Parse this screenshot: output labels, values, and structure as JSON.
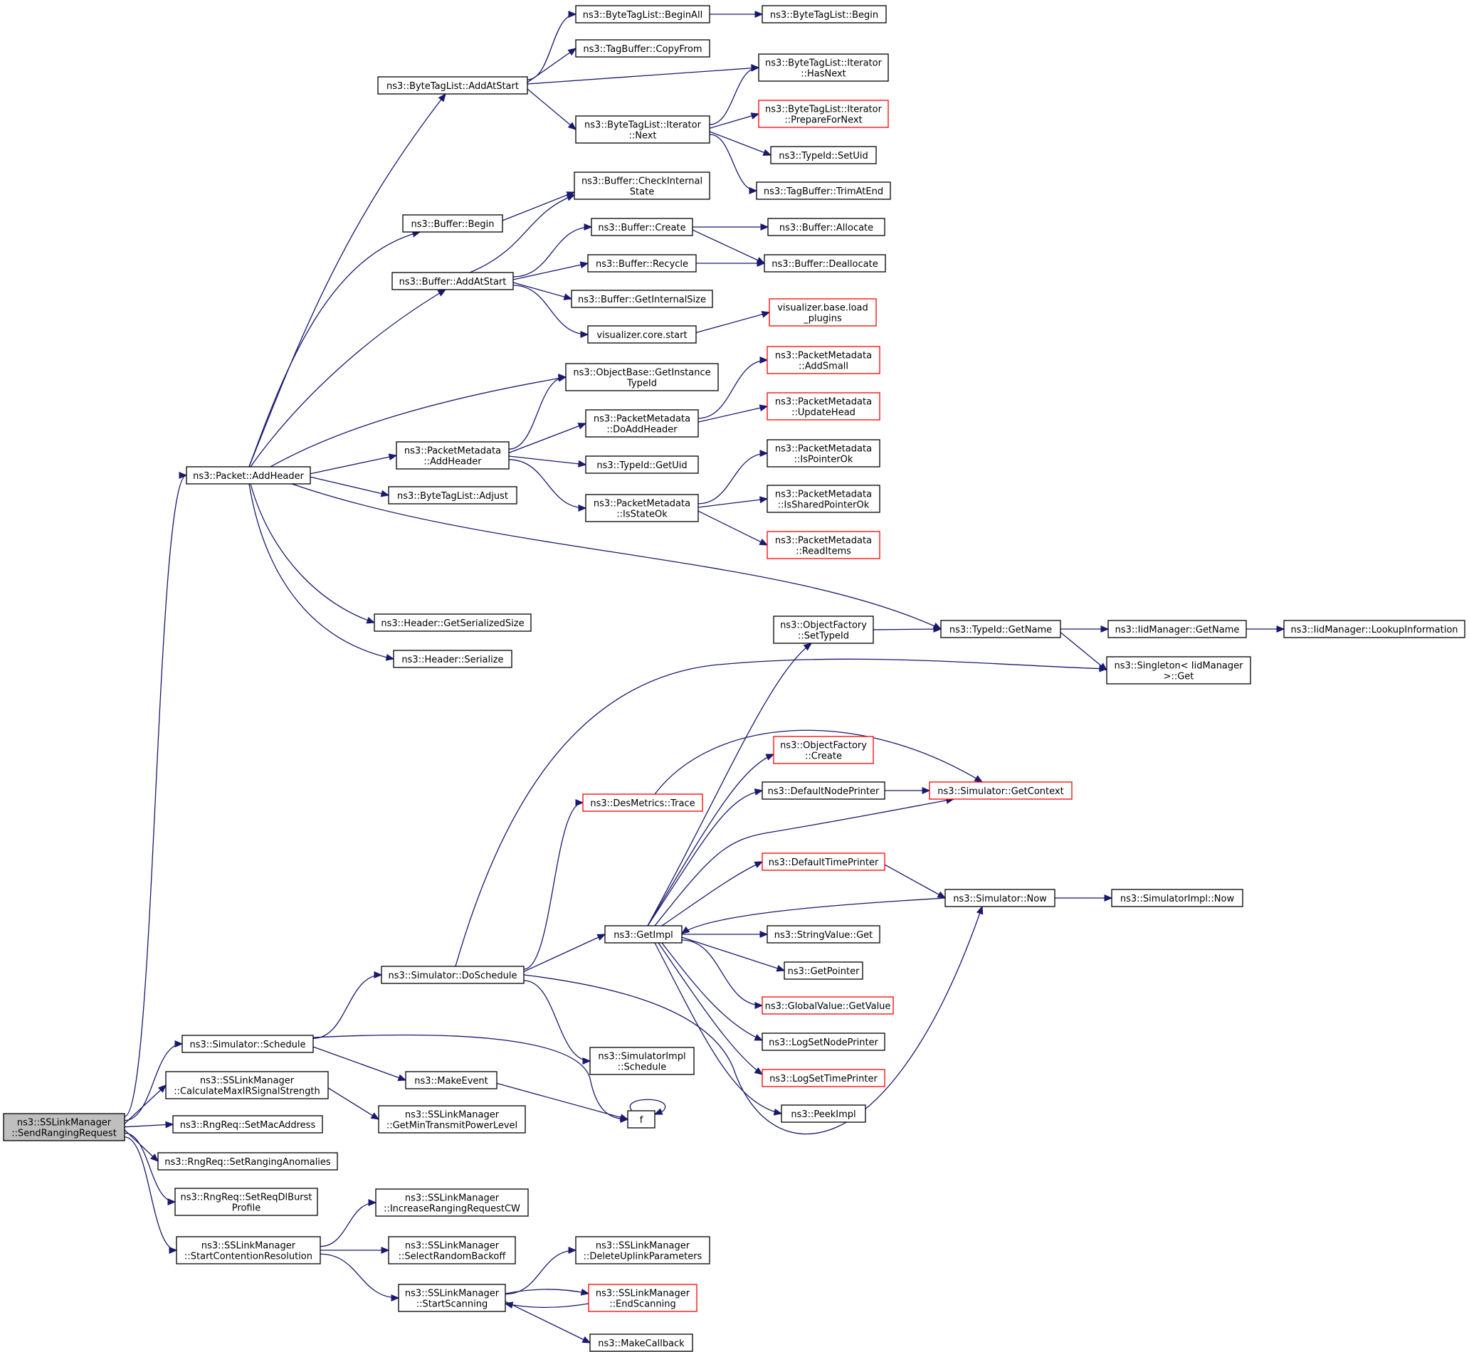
{
  "colors": {
    "edge": "#191970",
    "node_border": "#000000",
    "incomplete_border": "#ff0000",
    "root_fill": "#bfbfbf",
    "background": "#ffffff"
  },
  "nodes": {
    "send_ranging_request": {
      "lines": [
        "ns3::SSLinkManager",
        "::SendRangingRequest"
      ],
      "style": "root"
    },
    "packet_addheader": {
      "lines": [
        "ns3::Packet::AddHeader"
      ],
      "style": "normal"
    },
    "bytetaglist_addatstart": {
      "lines": [
        "ns3::ByteTagList::AddAtStart"
      ],
      "style": "normal"
    },
    "bytetaglist_beginall": {
      "lines": [
        "ns3::ByteTagList::BeginAll"
      ],
      "style": "normal"
    },
    "bytetaglist_begin": {
      "lines": [
        "ns3::ByteTagList::Begin"
      ],
      "style": "normal"
    },
    "tagbuffer_copyfrom": {
      "lines": [
        "ns3::TagBuffer::CopyFrom"
      ],
      "style": "normal"
    },
    "iterator_hasnext": {
      "lines": [
        "ns3::ByteTagList::Iterator",
        "::HasNext"
      ],
      "style": "normal"
    },
    "iterator_next": {
      "lines": [
        "ns3::ByteTagList::Iterator",
        "::Next"
      ],
      "style": "normal"
    },
    "iterator_preparefornext": {
      "lines": [
        "ns3::ByteTagList::Iterator",
        "::PrepareForNext"
      ],
      "style": "red"
    },
    "typeid_setuid": {
      "lines": [
        "ns3::TypeId::SetUid"
      ],
      "style": "normal"
    },
    "tagbuffer_trimatend": {
      "lines": [
        "ns3::TagBuffer::TrimAtEnd"
      ],
      "style": "normal"
    },
    "buffer_checkinternalstate": {
      "lines": [
        "ns3::Buffer::CheckInternal",
        "State"
      ],
      "style": "normal"
    },
    "buffer_begin": {
      "lines": [
        "ns3::Buffer::Begin"
      ],
      "style": "normal"
    },
    "buffer_create": {
      "lines": [
        "ns3::Buffer::Create"
      ],
      "style": "normal"
    },
    "buffer_allocate": {
      "lines": [
        "ns3::Buffer::Allocate"
      ],
      "style": "normal"
    },
    "buffer_addatstart": {
      "lines": [
        "ns3::Buffer::AddAtStart"
      ],
      "style": "normal"
    },
    "buffer_recycle": {
      "lines": [
        "ns3::Buffer::Recycle"
      ],
      "style": "normal"
    },
    "buffer_deallocate": {
      "lines": [
        "ns3::Buffer::Deallocate"
      ],
      "style": "normal"
    },
    "buffer_getinternalsize": {
      "lines": [
        "ns3::Buffer::GetInternalSize"
      ],
      "style": "normal"
    },
    "visualizer_core_start": {
      "lines": [
        "visualizer.core.start"
      ],
      "style": "normal"
    },
    "visualizer_load_plugins": {
      "lines": [
        "visualizer.base.load",
        "_plugins"
      ],
      "style": "red"
    },
    "objectbase_getinstancetypeid": {
      "lines": [
        "ns3::ObjectBase::GetInstance",
        "TypeId"
      ],
      "style": "normal"
    },
    "pm_addsmall": {
      "lines": [
        "ns3::PacketMetadata",
        "::AddSmall"
      ],
      "style": "red"
    },
    "pm_doaddheader": {
      "lines": [
        "ns3::PacketMetadata",
        "::DoAddHeader"
      ],
      "style": "normal"
    },
    "pm_updatehead": {
      "lines": [
        "ns3::PacketMetadata",
        "::UpdateHead"
      ],
      "style": "red"
    },
    "pm_addheader": {
      "lines": [
        "ns3::PacketMetadata",
        "::AddHeader"
      ],
      "style": "normal"
    },
    "typeid_getuid": {
      "lines": [
        "ns3::TypeId::GetUid"
      ],
      "style": "normal"
    },
    "pm_ispointerok": {
      "lines": [
        "ns3::PacketMetadata",
        "::IsPointerOk"
      ],
      "style": "normal"
    },
    "bytetaglist_adjust": {
      "lines": [
        "ns3::ByteTagList::Adjust"
      ],
      "style": "normal"
    },
    "pm_isstateok": {
      "lines": [
        "ns3::PacketMetadata",
        "::IsStateOk"
      ],
      "style": "normal"
    },
    "pm_issharedpointerok": {
      "lines": [
        "ns3::PacketMetadata",
        "::IsSharedPointerOk"
      ],
      "style": "normal"
    },
    "pm_readitems": {
      "lines": [
        "ns3::PacketMetadata",
        "::ReadItems"
      ],
      "style": "red"
    },
    "header_getserializedsize": {
      "lines": [
        "ns3::Header::GetSerializedSize"
      ],
      "style": "normal"
    },
    "header_serialize": {
      "lines": [
        "ns3::Header::Serialize"
      ],
      "style": "normal"
    },
    "objectfactory_settypeid": {
      "lines": [
        "ns3::ObjectFactory",
        "::SetTypeId"
      ],
      "style": "normal"
    },
    "typeid_getname": {
      "lines": [
        "ns3::TypeId::GetName"
      ],
      "style": "normal"
    },
    "iidmanager_getname": {
      "lines": [
        "ns3::IidManager::GetName"
      ],
      "style": "normal"
    },
    "iidmanager_lookupinformation": {
      "lines": [
        "ns3::IidManager::LookupInformation"
      ],
      "style": "normal"
    },
    "singleton_get": {
      "lines": [
        "ns3::Singleton< IidManager",
        ">::Get"
      ],
      "style": "normal"
    },
    "objectfactory_create": {
      "lines": [
        "ns3::ObjectFactory",
        "::Create"
      ],
      "style": "red"
    },
    "desmetrics_trace": {
      "lines": [
        "ns3::DesMetrics::Trace"
      ],
      "style": "red"
    },
    "defaultnodeprinter": {
      "lines": [
        "ns3::DefaultNodePrinter"
      ],
      "style": "normal"
    },
    "simulator_getcontext": {
      "lines": [
        "ns3::Simulator::GetContext"
      ],
      "style": "red"
    },
    "defaulttimeprinter": {
      "lines": [
        "ns3::DefaultTimePrinter"
      ],
      "style": "red"
    },
    "simulator_now": {
      "lines": [
        "ns3::Simulator::Now"
      ],
      "style": "normal"
    },
    "simulatorimpl_now": {
      "lines": [
        "ns3::SimulatorImpl::Now"
      ],
      "style": "normal"
    },
    "getimpl": {
      "lines": [
        "ns3::GetImpl"
      ],
      "style": "normal"
    },
    "stringvalue_get": {
      "lines": [
        "ns3::StringValue::Get"
      ],
      "style": "normal"
    },
    "getpointer": {
      "lines": [
        "ns3::GetPointer"
      ],
      "style": "normal"
    },
    "simulator_doschedule": {
      "lines": [
        "ns3::Simulator::DoSchedule"
      ],
      "style": "normal"
    },
    "globalvalue_getvalue": {
      "lines": [
        "ns3::GlobalValue::GetValue"
      ],
      "style": "red"
    },
    "logsetnodeprinter": {
      "lines": [
        "ns3::LogSetNodePrinter"
      ],
      "style": "normal"
    },
    "simulator_schedule": {
      "lines": [
        "ns3::Simulator::Schedule"
      ],
      "style": "normal"
    },
    "simulatorimpl_schedule": {
      "lines": [
        "ns3::SimulatorImpl",
        "::Schedule"
      ],
      "style": "normal"
    },
    "logsettimeprinter": {
      "lines": [
        "ns3::LogSetTimePrinter"
      ],
      "style": "red"
    },
    "ss_calcmaxirsignalstrength": {
      "lines": [
        "ns3::SSLinkManager",
        "::CalculateMaxIRSignalStrength"
      ],
      "style": "normal"
    },
    "makeevent": {
      "lines": [
        "ns3::MakeEvent"
      ],
      "style": "normal"
    },
    "peekimpl": {
      "lines": [
        "ns3::PeekImpl"
      ],
      "style": "normal"
    },
    "f": {
      "lines": [
        "f"
      ],
      "style": "normal"
    },
    "ss_getmintransmitpowerlevel": {
      "lines": [
        "ns3::SSLinkManager",
        "::GetMinTransmitPowerLevel"
      ],
      "style": "normal"
    },
    "rngreq_setmacaddress": {
      "lines": [
        "ns3::RngReq::SetMacAddress"
      ],
      "style": "normal"
    },
    "rngreq_setranginganomalies": {
      "lines": [
        "ns3::RngReq::SetRangingAnomalies"
      ],
      "style": "normal"
    },
    "rngreq_setreqdlburstprofile": {
      "lines": [
        "ns3::RngReq::SetReqDlBurst",
        "Profile"
      ],
      "style": "normal"
    },
    "ss_increaserangingrequestcw": {
      "lines": [
        "ns3::SSLinkManager",
        "::IncreaseRangingRequestCW"
      ],
      "style": "normal"
    },
    "ss_startcontentionresolution": {
      "lines": [
        "ns3::SSLinkManager",
        "::StartContentionResolution"
      ],
      "style": "normal"
    },
    "ss_selectrandombackoff": {
      "lines": [
        "ns3::SSLinkManager",
        "::SelectRandomBackoff"
      ],
      "style": "normal"
    },
    "ss_deleteuplinkparameters": {
      "lines": [
        "ns3::SSLinkManager",
        "::DeleteUplinkParameters"
      ],
      "style": "normal"
    },
    "ss_startscanning": {
      "lines": [
        "ns3::SSLinkManager",
        "::StartScanning"
      ],
      "style": "normal"
    },
    "ss_endscanning": {
      "lines": [
        "ns3::SSLinkManager",
        "::EndScanning"
      ],
      "style": "red"
    },
    "makecallback": {
      "lines": [
        "ns3::MakeCallback"
      ],
      "style": "normal"
    }
  },
  "edges": [
    [
      "send_ranging_request",
      "packet_addheader"
    ],
    [
      "send_ranging_request",
      "simulator_schedule"
    ],
    [
      "send_ranging_request",
      "ss_calcmaxirsignalstrength"
    ],
    [
      "send_ranging_request",
      "rngreq_setmacaddress"
    ],
    [
      "send_ranging_request",
      "rngreq_setranginganomalies"
    ],
    [
      "send_ranging_request",
      "rngreq_setreqdlburstprofile"
    ],
    [
      "send_ranging_request",
      "ss_startcontentionresolution"
    ],
    [
      "packet_addheader",
      "bytetaglist_addatstart"
    ],
    [
      "packet_addheader",
      "buffer_begin"
    ],
    [
      "packet_addheader",
      "buffer_addatstart"
    ],
    [
      "packet_addheader",
      "objectbase_getinstancetypeid"
    ],
    [
      "packet_addheader",
      "pm_addheader"
    ],
    [
      "packet_addheader",
      "bytetaglist_adjust"
    ],
    [
      "packet_addheader",
      "typeid_getname"
    ],
    [
      "packet_addheader",
      "header_getserializedsize"
    ],
    [
      "packet_addheader",
      "header_serialize"
    ],
    [
      "bytetaglist_addatstart",
      "bytetaglist_beginall"
    ],
    [
      "bytetaglist_addatstart",
      "tagbuffer_copyfrom"
    ],
    [
      "bytetaglist_addatstart",
      "iterator_hasnext"
    ],
    [
      "bytetaglist_addatstart",
      "iterator_next"
    ],
    [
      "bytetaglist_beginall",
      "bytetaglist_begin"
    ],
    [
      "iterator_next",
      "iterator_hasnext"
    ],
    [
      "iterator_next",
      "iterator_preparefornext"
    ],
    [
      "iterator_next",
      "typeid_setuid"
    ],
    [
      "iterator_next",
      "tagbuffer_trimatend"
    ],
    [
      "buffer_begin",
      "buffer_checkinternalstate"
    ],
    [
      "buffer_addatstart",
      "buffer_checkinternalstate"
    ],
    [
      "buffer_addatstart",
      "buffer_create"
    ],
    [
      "buffer_addatstart",
      "buffer_recycle"
    ],
    [
      "buffer_addatstart",
      "buffer_getinternalsize"
    ],
    [
      "buffer_addatstart",
      "visualizer_core_start"
    ],
    [
      "buffer_create",
      "buffer_allocate"
    ],
    [
      "buffer_create",
      "buffer_deallocate"
    ],
    [
      "buffer_recycle",
      "buffer_deallocate"
    ],
    [
      "visualizer_core_start",
      "visualizer_load_plugins"
    ],
    [
      "pm_addheader",
      "objectbase_getinstancetypeid"
    ],
    [
      "pm_addheader",
      "pm_doaddheader"
    ],
    [
      "pm_addheader",
      "typeid_getuid"
    ],
    [
      "pm_addheader",
      "pm_isstateok"
    ],
    [
      "pm_doaddheader",
      "pm_addsmall"
    ],
    [
      "pm_doaddheader",
      "pm_updatehead"
    ],
    [
      "pm_isstateok",
      "pm_ispointerok"
    ],
    [
      "pm_isstateok",
      "pm_issharedpointerok"
    ],
    [
      "pm_isstateok",
      "pm_readitems"
    ],
    [
      "typeid_getname",
      "iidmanager_getname"
    ],
    [
      "typeid_getname",
      "singleton_get"
    ],
    [
      "iidmanager_getname",
      "iidmanager_lookupinformation"
    ],
    [
      "objectfactory_settypeid",
      "typeid_getname"
    ],
    [
      "simulator_schedule",
      "simulator_doschedule"
    ],
    [
      "simulator_schedule",
      "makeevent"
    ],
    [
      "simulator_schedule",
      "f"
    ],
    [
      "simulator_doschedule",
      "singleton_get"
    ],
    [
      "simulator_doschedule",
      "desmetrics_trace"
    ],
    [
      "simulator_doschedule",
      "getimpl"
    ],
    [
      "simulator_doschedule",
      "simulatorimpl_schedule"
    ],
    [
      "simulator_doschedule",
      "simulator_now"
    ],
    [
      "desmetrics_trace",
      "simulator_getcontext"
    ],
    [
      "getimpl",
      "objectfactory_settypeid"
    ],
    [
      "getimpl",
      "objectfactory_create"
    ],
    [
      "getimpl",
      "defaultnodeprinter"
    ],
    [
      "getimpl",
      "simulator_getcontext"
    ],
    [
      "getimpl",
      "defaulttimeprinter"
    ],
    [
      "getimpl",
      "stringvalue_get"
    ],
    [
      "getimpl",
      "getpointer"
    ],
    [
      "getimpl",
      "globalvalue_getvalue"
    ],
    [
      "getimpl",
      "logsetnodeprinter"
    ],
    [
      "getimpl",
      "logsettimeprinter"
    ],
    [
      "getimpl",
      "peekimpl"
    ],
    [
      "defaultnodeprinter",
      "simulator_getcontext"
    ],
    [
      "defaulttimeprinter",
      "simulator_now"
    ],
    [
      "simulator_now",
      "simulatorimpl_now"
    ],
    [
      "simulator_now",
      "getimpl"
    ],
    [
      "makeevent",
      "f"
    ],
    [
      "f",
      "f"
    ],
    [
      "ss_calcmaxirsignalstrength",
      "ss_getmintransmitpowerlevel"
    ],
    [
      "ss_startcontentionresolution",
      "ss_increaserangingrequestcw"
    ],
    [
      "ss_startcontentionresolution",
      "ss_selectrandombackoff"
    ],
    [
      "ss_startcontentionresolution",
      "ss_startscanning"
    ],
    [
      "ss_startscanning",
      "ss_deleteuplinkparameters"
    ],
    [
      "ss_startscanning",
      "ss_endscanning"
    ],
    [
      "ss_startscanning",
      "makecallback"
    ],
    [
      "ss_endscanning",
      "ss_startscanning"
    ]
  ]
}
